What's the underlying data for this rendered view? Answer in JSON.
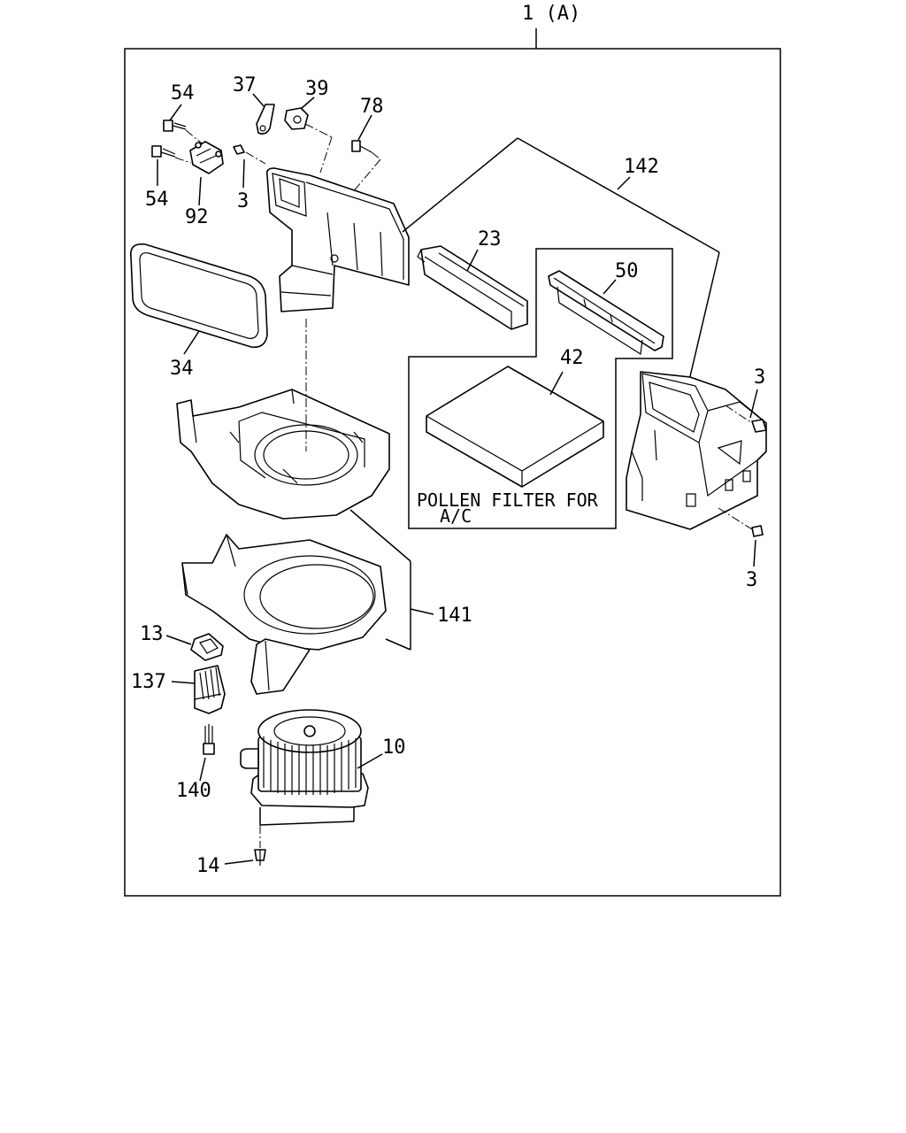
{
  "title": "1 (A)",
  "note": "POLLEN FILTER FOR A/C",
  "labels": {
    "p54a": "54",
    "p54b": "54",
    "p92": "92",
    "p37": "37",
    "p39": "39",
    "p3a": "3",
    "p78": "78",
    "p142": "142",
    "p23": "23",
    "p50": "50",
    "p42": "42",
    "p34": "34",
    "p3b": "3",
    "p3c": "3",
    "p141": "141",
    "p13": "13",
    "p137": "137",
    "p140": "140",
    "p10": "10",
    "p14": "14"
  }
}
